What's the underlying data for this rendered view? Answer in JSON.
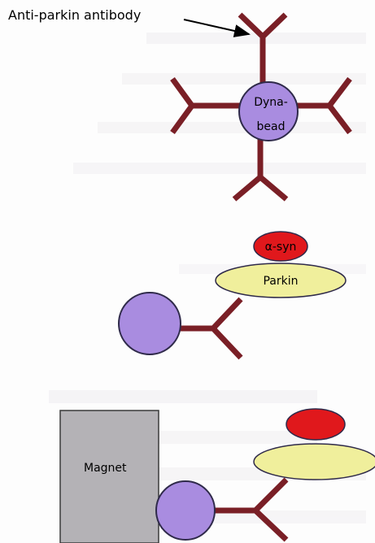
{
  "labels": {
    "antibody": "Anti-parkin antibody",
    "bead_line1": "Dyna-",
    "bead_line2": "bead",
    "alpha_syn": "α-syn",
    "parkin": "Parkin",
    "magnet": "Magnet"
  },
  "colors": {
    "antibody": "#7a1f26",
    "bead": "#a98ce0",
    "bead_stroke": "#2f2a4a",
    "alpha_syn": "#e0181c",
    "parkin": "#f0ef9c",
    "magnet": "#b4b2b6"
  }
}
